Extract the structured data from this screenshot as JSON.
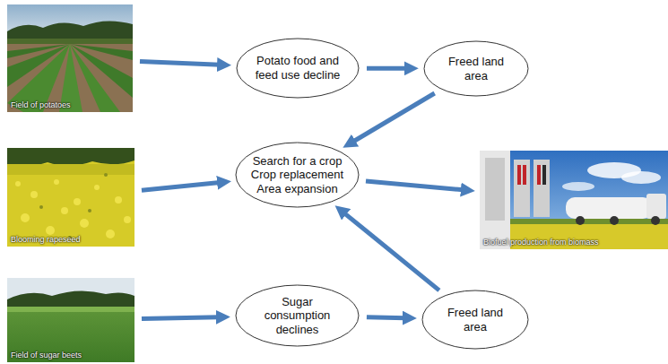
{
  "diagram": {
    "nodes": [
      {
        "text": [
          "Field of potatoes"
        ]
      },
      {
        "text": [
          "Potato food and feed use decline"
        ]
      },
      {
        "text": [
          "Freed land area"
        ]
      },
      {
        "text": [
          "Blooming rapeseed"
        ]
      },
      {
        "text": [
          "Search for a crop Crop replacement Area expansion"
        ]
      },
      {
        "text": [
          "Biofuel production from biomass"
        ]
      },
      {
        "text": [
          "Field of sugar beets"
        ]
      },
      {
        "text": [
          "Sugar consumption declines"
        ]
      },
      {
        "text": [
          "Freed land area"
        ]
      }
    ],
    "edges": [
      {
        "from": 0,
        "to": 1,
        "arrow": "to"
      },
      {
        "from": 1,
        "to": 2,
        "arrow": "to"
      },
      {
        "from": 2,
        "to": 4,
        "arrow": "to"
      },
      {
        "from": 3,
        "to": 4,
        "arrow": "to"
      },
      {
        "from": 4,
        "to": 5,
        "arrow": "to"
      },
      {
        "from": 6,
        "to": 7,
        "arrow": "to"
      },
      {
        "from": 7,
        "to": 8,
        "arrow": "to"
      },
      {
        "from": 8,
        "to": 4,
        "arrow": "to"
      }
    ]
  }
}
